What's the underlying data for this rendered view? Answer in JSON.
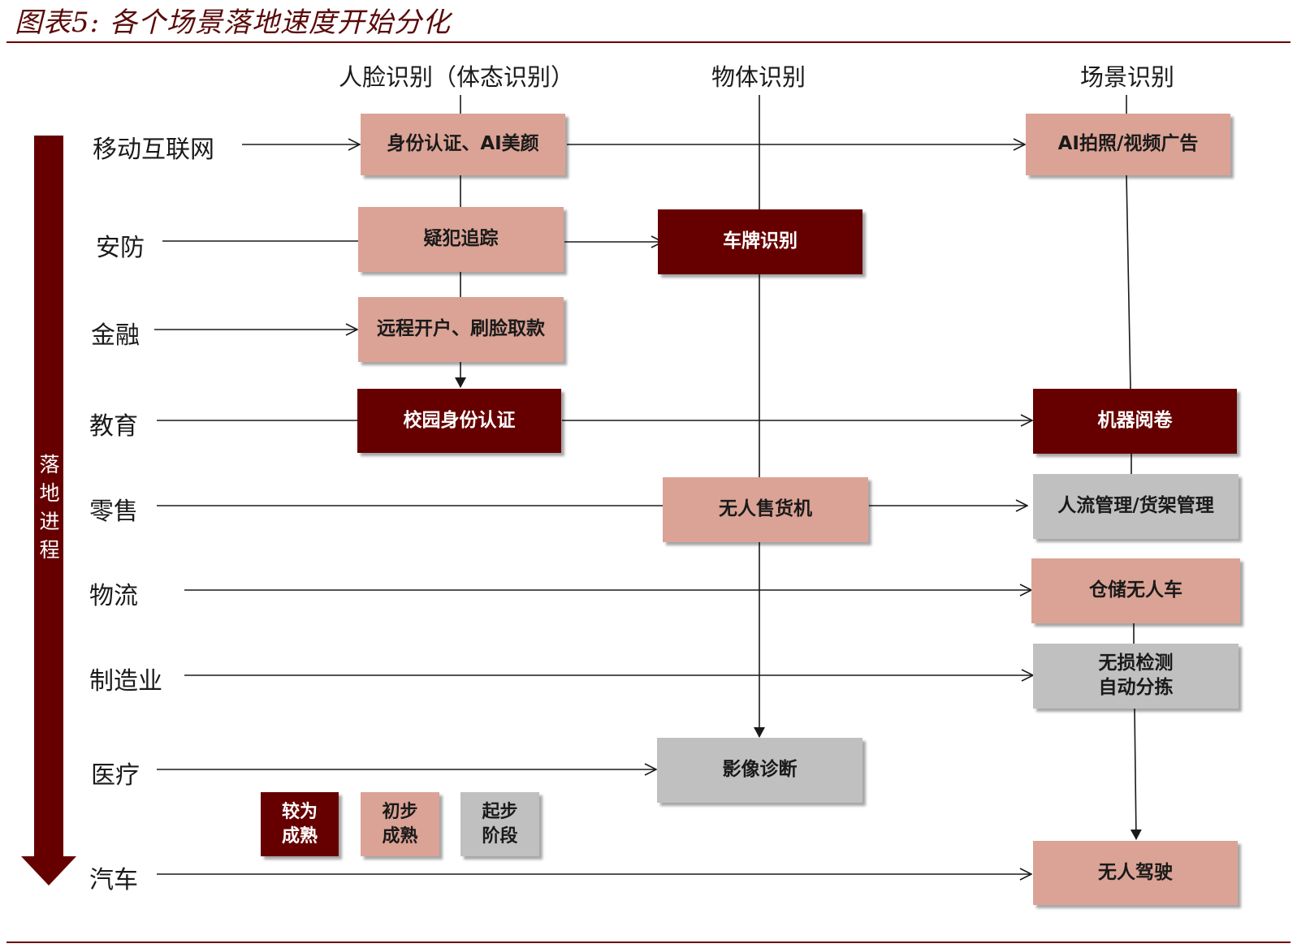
{
  "title": "图表5: 各个场景落地速度开始分化",
  "colors": {
    "dark": "#660000",
    "mid": "#dba395",
    "gray": "#c0c0c0",
    "line": "#1a1a1a"
  },
  "columns": [
    "人脸识别（体态识别）",
    "物体识别",
    "场景识别"
  ],
  "rows": [
    "移动互联网",
    "安防",
    "金融",
    "教育",
    "零售",
    "物流",
    "制造业",
    "医疗",
    "汽车"
  ],
  "progress_arrow_label": "落\n地\n进\n程",
  "boxes": [
    {
      "text": "身份认证、AI美颜",
      "status": "mid"
    },
    {
      "text": "AI拍照/视频广告",
      "status": "mid"
    },
    {
      "text": "疑犯追踪",
      "status": "mid"
    },
    {
      "text": "车牌识别",
      "status": "dark"
    },
    {
      "text": "远程开户、刷脸取款",
      "status": "mid"
    },
    {
      "text": "校园身份认证",
      "status": "dark"
    },
    {
      "text": "机器阅卷",
      "status": "dark"
    },
    {
      "text": "无人售货机",
      "status": "mid"
    },
    {
      "text": "人流管理/货架管理",
      "status": "gray"
    },
    {
      "text": "仓储无人车",
      "status": "mid"
    },
    {
      "text": "无损检测\n自动分拣",
      "status": "gray"
    },
    {
      "text": "影像诊断",
      "status": "gray"
    },
    {
      "text": "无人驾驶",
      "status": "mid"
    }
  ],
  "legend": [
    {
      "text": "较为\n成熟",
      "status": "dark"
    },
    {
      "text": "初步\n成熟",
      "status": "mid"
    },
    {
      "text": "起步\n阶段",
      "status": "gray"
    }
  ]
}
